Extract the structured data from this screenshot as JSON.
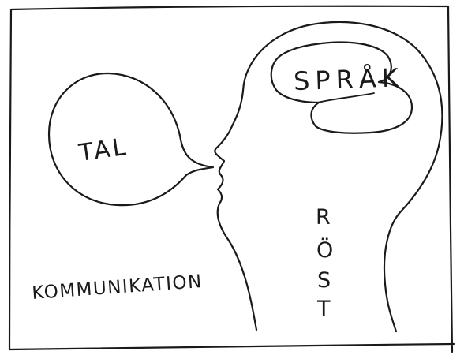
{
  "labels": {
    "speech_bubble": "TAL",
    "brain": "SPRÅK",
    "communication": "KOMMUNIKATION",
    "voice_letters": [
      "R",
      "Ö",
      "S",
      "T"
    ]
  }
}
